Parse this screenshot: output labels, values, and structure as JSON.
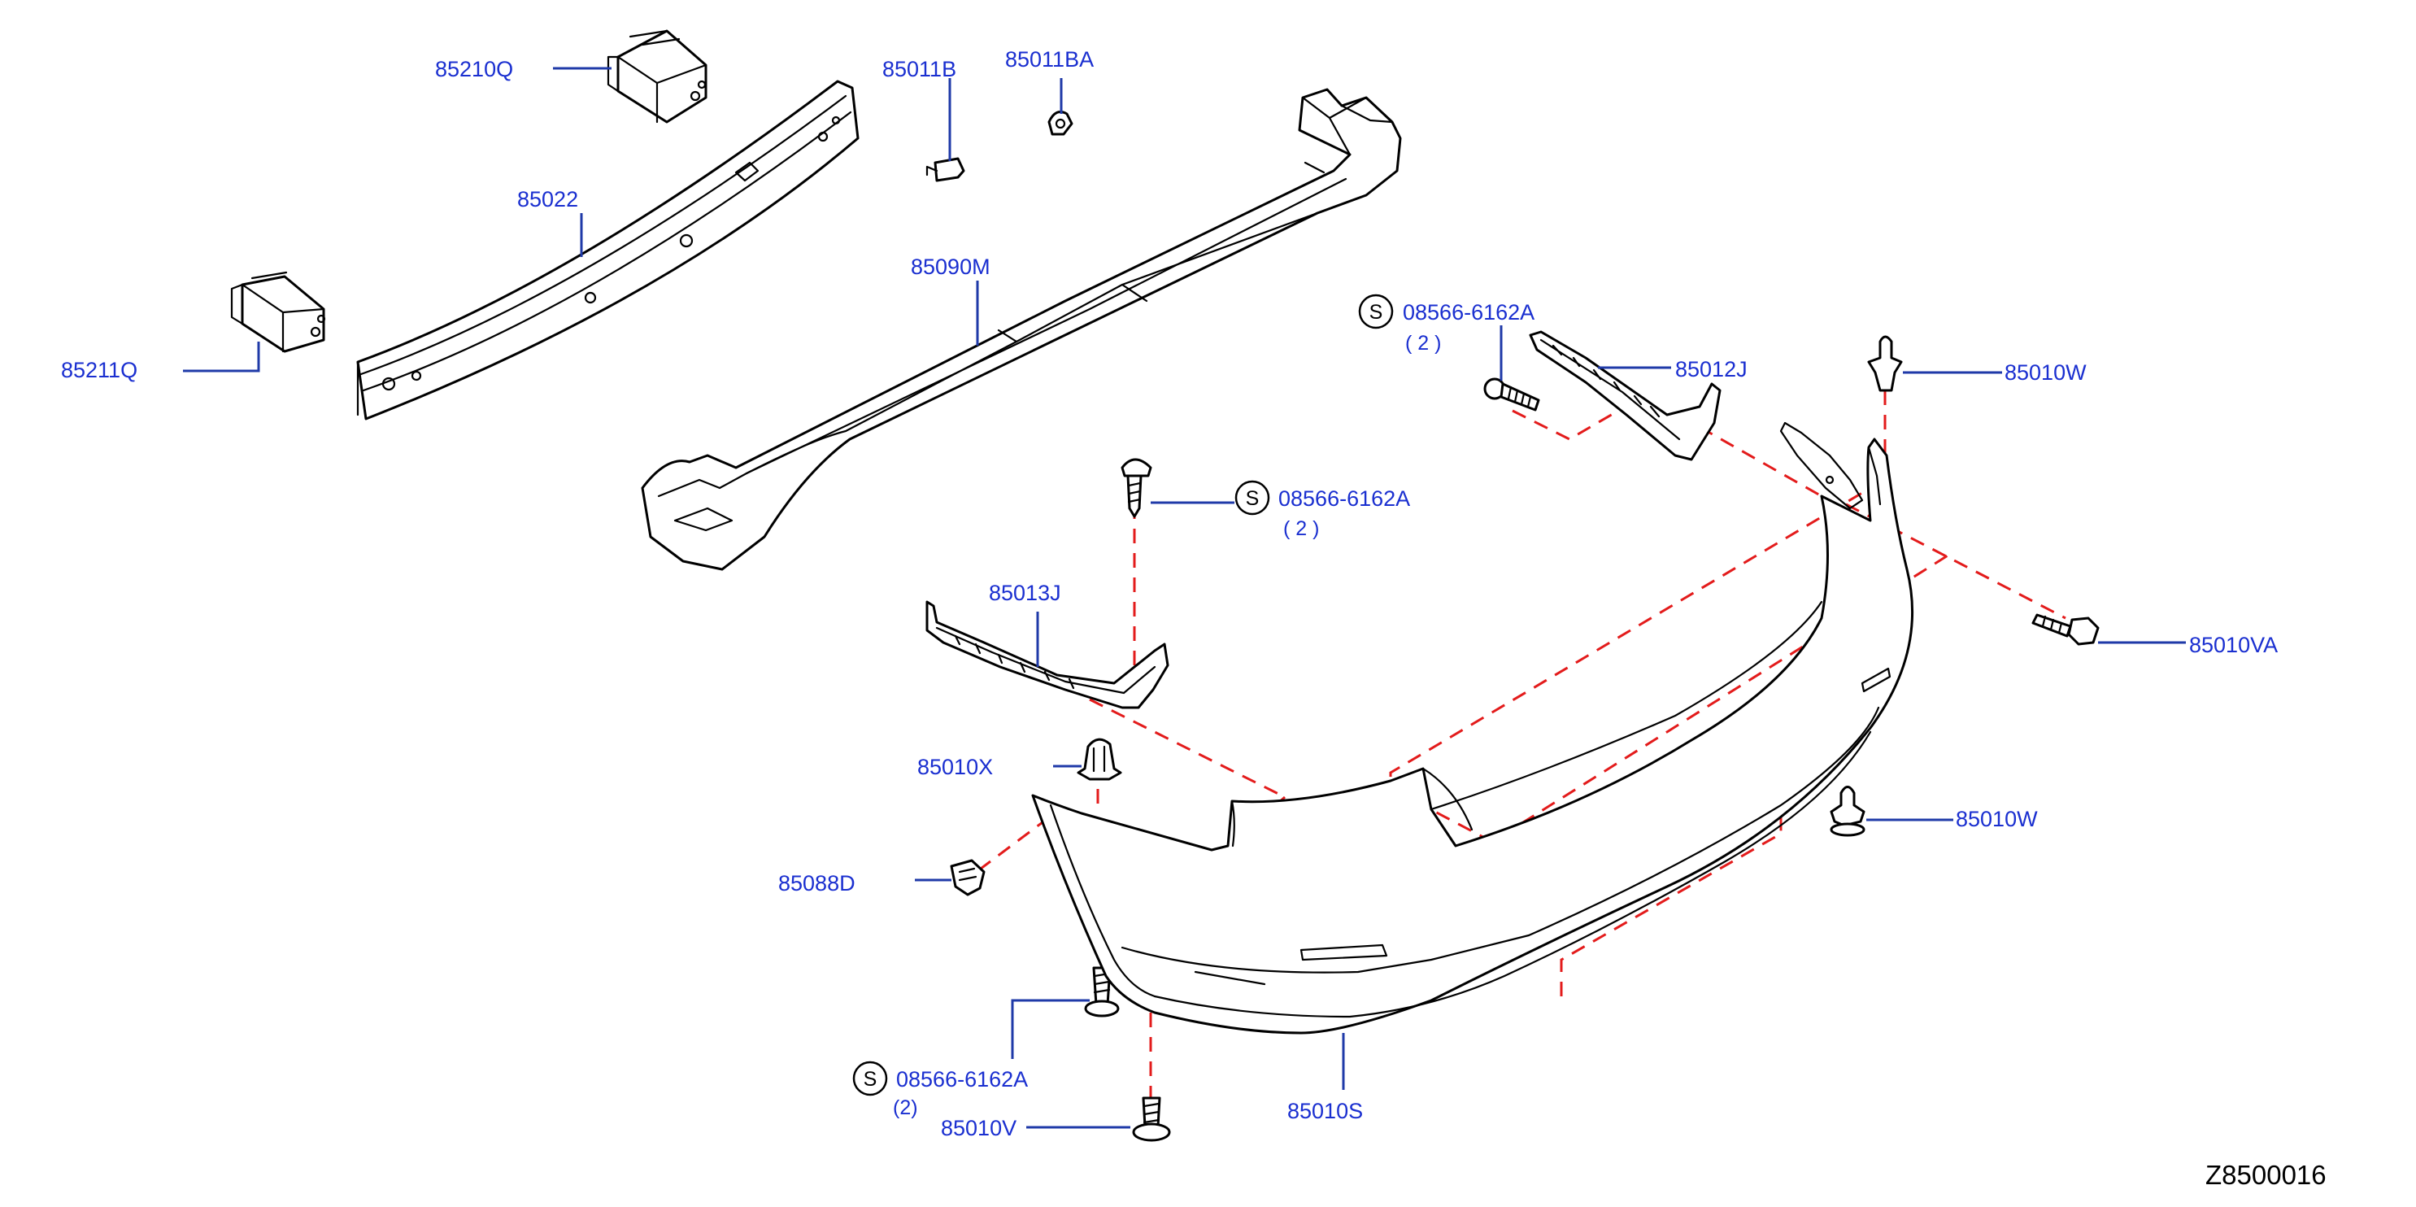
{
  "diagram_id": "Z8500016",
  "colors": {
    "label": "#1a2fd0",
    "leader": "#1f3aa8",
    "dashed": "#e31b1b",
    "line": "#000000"
  },
  "labels": {
    "p85210Q": "85210Q",
    "p85011B": "85011B",
    "p85011BA": "85011BA",
    "p85022": "85022",
    "p85211Q": "85211Q",
    "p85090M": "85090M",
    "s1": "08566-6162A",
    "q1": "( 2 )",
    "p85012J": "85012J",
    "p85010W_top": "85010W",
    "s2": "08566-6162A",
    "q2": "( 2 )",
    "p85013J": "85013J",
    "p85010VA": "85010VA",
    "p85010X": "85010X",
    "p85010W_bottom": "85010W",
    "p85088D": "85088D",
    "s3": "08566-6162A",
    "q3": "(2)",
    "p85010V": "85010V",
    "p85010S": "85010S"
  },
  "standard_mark": "S"
}
